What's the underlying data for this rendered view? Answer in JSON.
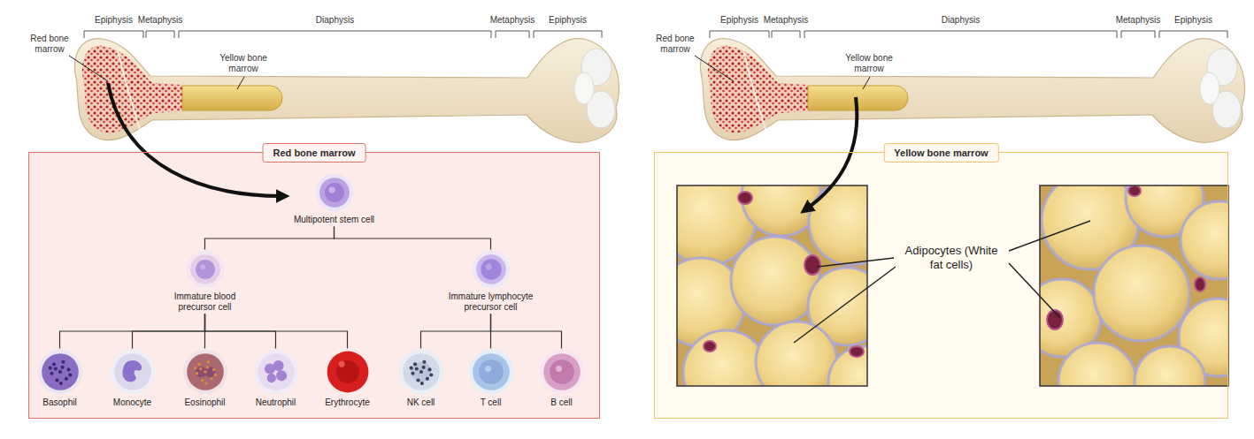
{
  "diagram": {
    "nodes": [
      {
        "text": [
          "Red bone marrow"
        ]
      },
      {
        "text": [
          "Multipotent stem cell"
        ],
        "in": 0
      },
      {
        "text": [
          "Immature blood precursor cell"
        ],
        "in": 0
      },
      {
        "text": [
          "Immature lymphocyte precursor cell"
        ],
        "in": 0
      },
      {
        "text": [
          "Basophil"
        ],
        "in": 0
      },
      {
        "text": [
          "Monocyte"
        ],
        "in": 0
      },
      {
        "text": [
          "Eosinophil"
        ],
        "in": 0
      },
      {
        "text": [
          "Neutrophil"
        ],
        "in": 0
      },
      {
        "text": [
          "Erythrocyte"
        ],
        "in": 0
      },
      {
        "text": [
          "NK cell"
        ],
        "in": 0
      },
      {
        "text": [
          "T cell"
        ],
        "in": 0
      },
      {
        "text": [
          "B cell"
        ],
        "in": 0
      },
      {
        "text": [
          "Yellow bone marrow"
        ]
      }
    ],
    "edges": [
      {
        "from": 1,
        "to": 2,
        "arrow": "none"
      },
      {
        "from": 1,
        "to": 3,
        "arrow": "none"
      },
      {
        "from": 2,
        "to": 4,
        "arrow": "none"
      },
      {
        "from": 2,
        "to": 5,
        "arrow": "none"
      },
      {
        "from": 2,
        "to": 6,
        "arrow": "none"
      },
      {
        "from": 2,
        "to": 7,
        "arrow": "none"
      },
      {
        "from": 2,
        "to": 8,
        "arrow": "none"
      },
      {
        "from": 3,
        "to": 9,
        "arrow": "none"
      },
      {
        "from": 3,
        "to": 10,
        "arrow": "none"
      },
      {
        "from": 3,
        "to": 11,
        "arrow": "none"
      }
    ],
    "labels": [
      "Epiphysis",
      "Metaphysis",
      "Diaphysis",
      "Metaphysis",
      "Epiphysis",
      "Red bone marrow",
      "Yellow bone marrow",
      "Epiphysis",
      "Metaphysis",
      "Diaphysis",
      "Metaphysis",
      "Epiphysis",
      "Red bone marrow",
      "Yellow bone marrow",
      "Adipocytes (White fat cells)"
    ]
  }
}
